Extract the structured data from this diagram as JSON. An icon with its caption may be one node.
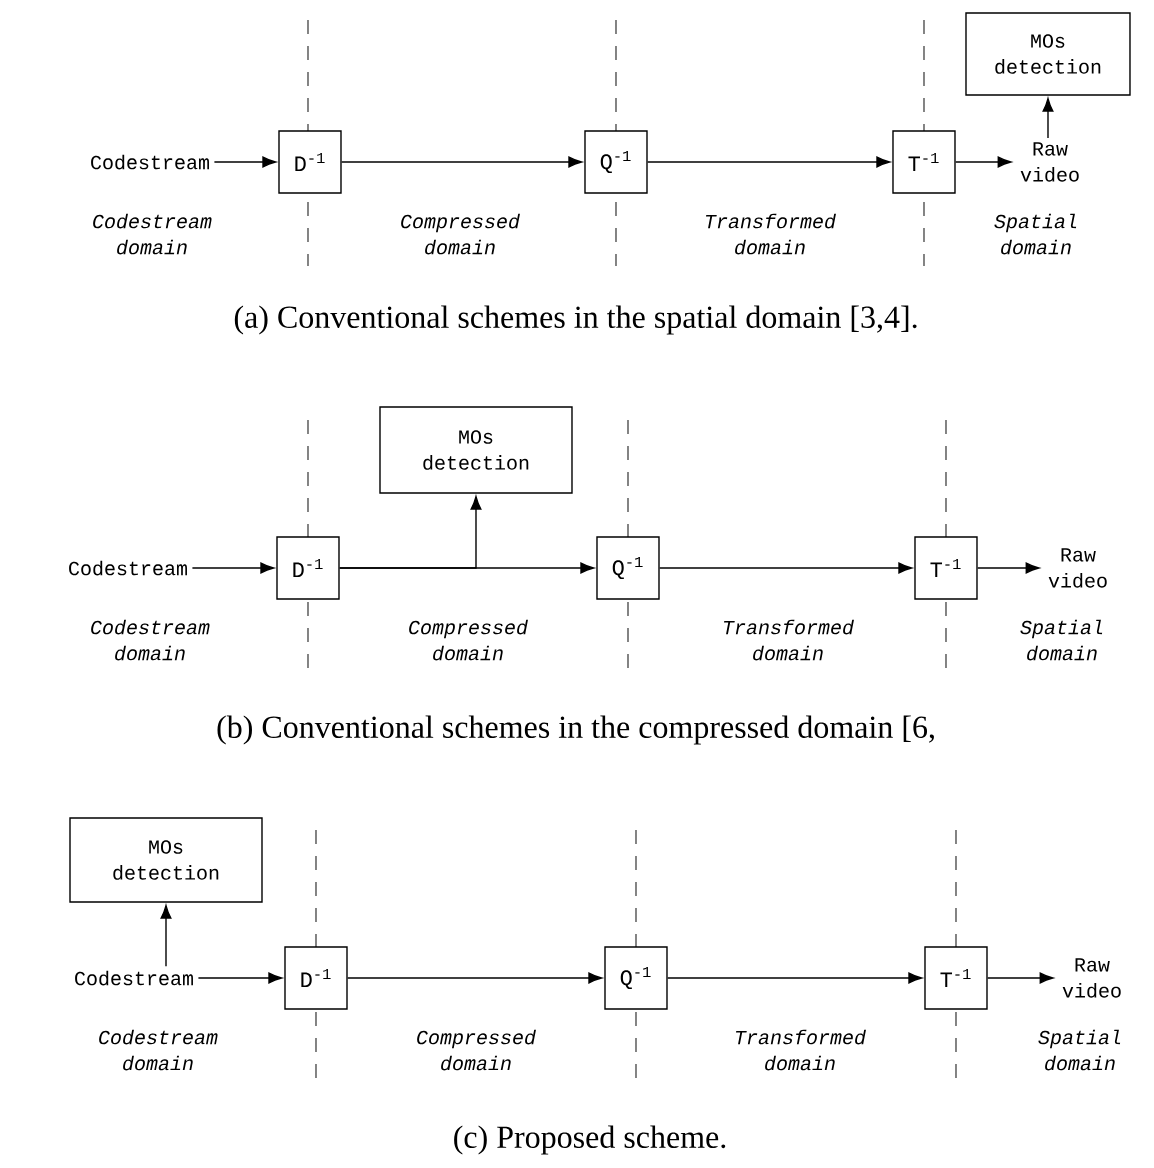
{
  "diagram": {
    "nodes": [
      {
        "text": [
          "Codestream"
        ]
      },
      {
        "text": [
          "D$^{-1}$"
        ]
      },
      {
        "text": [
          "Q$^{-1}$"
        ]
      },
      {
        "text": [
          "T$^{-1}$"
        ]
      },
      {
        "text": [
          "Raw video"
        ]
      },
      {
        "text": [
          "MOs detection"
        ]
      },
      {
        "text": [
          "MOs detection"
        ]
      },
      {
        "text": [
          "Codestream"
        ]
      },
      {
        "text": [
          "D$^{-1}$"
        ]
      },
      {
        "text": [
          "Q$^{-1}$"
        ]
      },
      {
        "text": [
          "T$^{-1}$"
        ]
      },
      {
        "text": [
          "Raw video"
        ]
      },
      {
        "text": [
          "MOs detection"
        ]
      },
      {
        "text": [
          "Codestream"
        ]
      },
      {
        "text": [
          "D$^{-1}$"
        ]
      },
      {
        "text": [
          "Q$^{-1}$"
        ]
      },
      {
        "text": [
          "T$^{-1}$"
        ]
      },
      {
        "text": [
          "Raw video"
        ]
      }
    ],
    "edges": [
      {
        "from": 0,
        "to": 1,
        "arrow": "to"
      },
      {
        "from": 1,
        "to": 2,
        "arrow": "to"
      },
      {
        "from": 2,
        "to": 3,
        "arrow": "to"
      },
      {
        "from": 3,
        "to": 4,
        "arrow": "to"
      },
      {
        "from": 4,
        "to": 5,
        "arrow": "to"
      },
      {
        "from": 7,
        "to": 8,
        "arrow": "to"
      },
      {
        "from": 8,
        "to": 9,
        "arrow": "to"
      },
      {
        "from": 8,
        "to": 6,
        "arrow": "to"
      },
      {
        "from": 9,
        "to": 10,
        "arrow": "to"
      },
      {
        "from": 10,
        "to": 11,
        "arrow": "to"
      },
      {
        "from": 13,
        "to": 12,
        "arrow": "to"
      },
      {
        "from": 13,
        "to": 14,
        "arrow": "to"
      },
      {
        "from": 14,
        "to": 15,
        "arrow": "to"
      },
      {
        "from": 15,
        "to": 16,
        "arrow": "to"
      },
      {
        "from": 16,
        "to": 17,
        "arrow": "to"
      }
    ],
    "labels": [
      "Codestream domain",
      "Compressed domain",
      "Transformed domain",
      "Spatial domain",
      "(a) Conventional schemes in the spatial domain [3,4].",
      "Codestream domain",
      "Compressed domain",
      "Transformed domain",
      "Spatial domain",
      "(b) Conventional schemes in the compressed domain [6,",
      "Codestream domain",
      "Compressed domain",
      "Transformed domain",
      "Spatial domain",
      "(c) Proposed scheme."
    ]
  }
}
